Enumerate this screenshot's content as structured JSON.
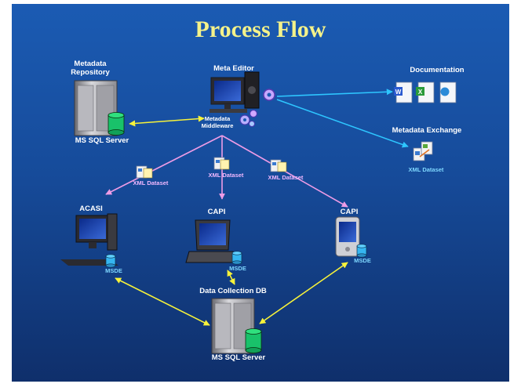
{
  "title": "Process Flow",
  "nodes": {
    "metadata_repository": {
      "label": "Metadata\nRepository",
      "db_label": "MS SQL Server"
    },
    "meta_editor": {
      "label": "Meta Editor",
      "middleware_label": "Metadata\nMiddleware"
    },
    "documentation": {
      "label": "Documentation"
    },
    "metadata_exchange": {
      "label": "Metadata Exchange",
      "dataset_label": "XML Dataset"
    },
    "acasi": {
      "label": "ACASI",
      "db_label": "MSDE"
    },
    "capi_laptop": {
      "label": "CAPI",
      "db_label": "MSDE"
    },
    "capi_handheld": {
      "label": "CAPI",
      "db_label": "MSDE"
    },
    "data_collection_db": {
      "label": "Data Collection DB",
      "db_label": "MS SQL Server"
    }
  },
  "datasets": {
    "left": "XML Dataset",
    "center": "XML Dataset",
    "right": "XML Dataset"
  },
  "colors": {
    "title": "#f4f28a",
    "sync_arrow": "#f7f23a",
    "export_arrow": "#2ec6ff",
    "distribution_arrow": "#ee9ce6",
    "db_cylinder": "#19c26a",
    "msde_cylinder": "#35b6f0"
  }
}
